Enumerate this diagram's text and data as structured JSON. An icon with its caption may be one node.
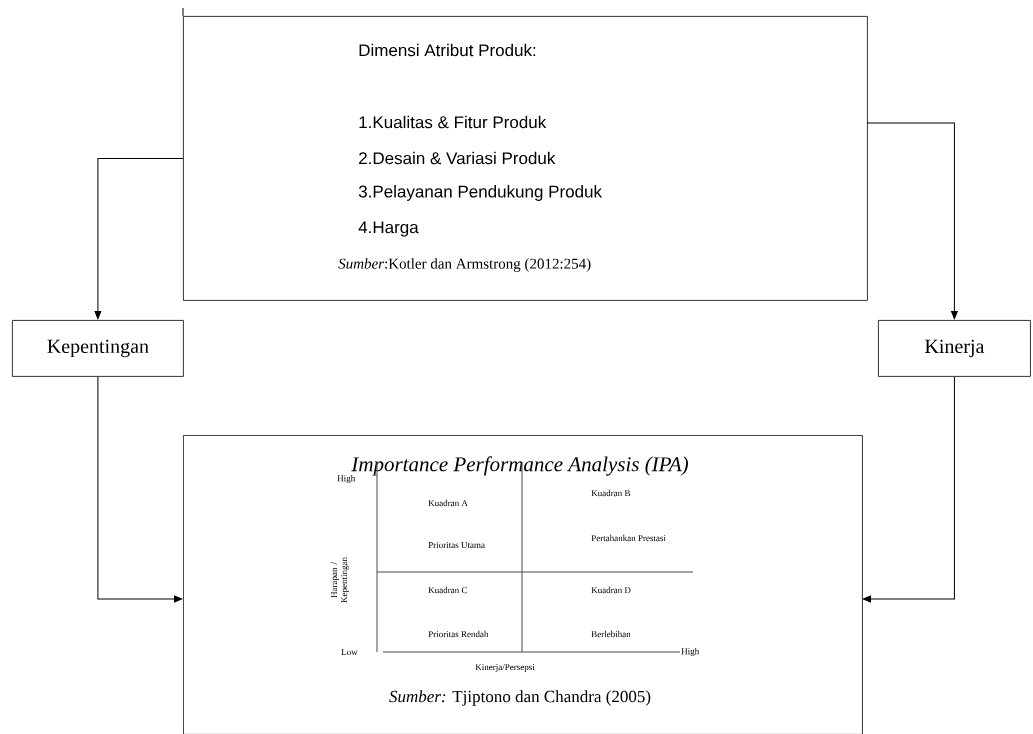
{
  "diagram": {
    "nodes": [
      {
        "text": [
          "Dimensi Atribut Produk:",
          "1.Kualitas & Fitur Produk",
          "2.Desain & Variasi Produk",
          "3.Pelayanan Pendukung Produk",
          "4.Harga",
          "*Sumber*:Kotler dan Armstrong (2012:254)"
        ]
      },
      {
        "text": [
          "Kepentingan"
        ]
      },
      {
        "text": [
          "Kinerja"
        ]
      },
      {
        "text": [
          "Importance Performance Analysis (IPA)",
          "*Sumber:* Tjiptono dan Chandra (2005)"
        ]
      }
    ],
    "edges": [
      {
        "from": 0,
        "to": 1,
        "arrow": "to"
      },
      {
        "from": 0,
        "to": 2,
        "arrow": "to"
      },
      {
        "from": 1,
        "to": 3,
        "arrow": "to"
      },
      {
        "from": 2,
        "to": 3,
        "arrow": "to"
      }
    ],
    "labels": [
      "High",
      "Kuadran B",
      "Kuadran A",
      "Pertahankan Prestasi",
      "Prioritas Utama",
      "Harapan / Kepentingan",
      "Kuadran C",
      "Kuadran D",
      "Prioritas Rendah",
      "Berlebihan",
      "Low",
      "High",
      "Kinerja/Persepsi"
    ]
  }
}
